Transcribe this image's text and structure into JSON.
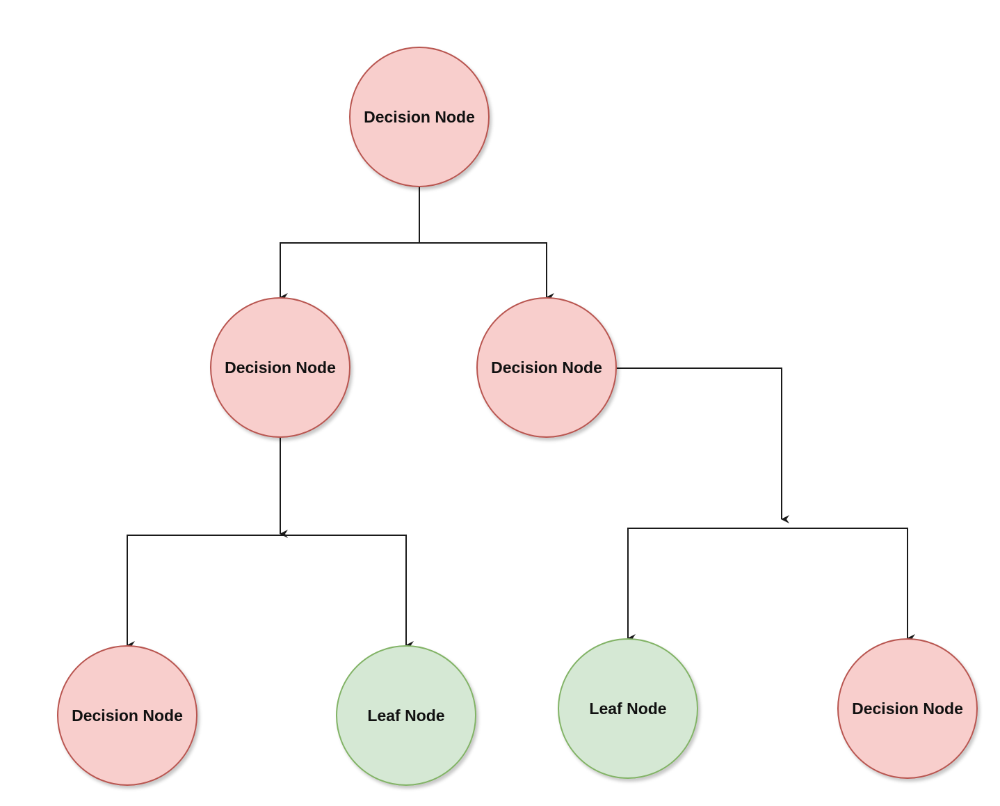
{
  "diagram": {
    "colors": {
      "decision_fill": "#f8cecc",
      "decision_stroke": "#b85450",
      "leaf_fill": "#d5e8d4",
      "leaf_stroke": "#82b366",
      "edge": "#1a1a1a"
    },
    "nodes": [
      {
        "id": "root",
        "label": "Decision Node",
        "kind": "decision"
      },
      {
        "id": "left",
        "label": "Decision Node",
        "kind": "decision"
      },
      {
        "id": "right",
        "label": "Decision Node",
        "kind": "decision"
      },
      {
        "id": "left-left",
        "label": "Decision Node",
        "kind": "decision"
      },
      {
        "id": "left-right",
        "label": "Leaf Node",
        "kind": "leaf"
      },
      {
        "id": "right-left",
        "label": "Leaf Node",
        "kind": "leaf"
      },
      {
        "id": "right-right",
        "label": "Decision Node",
        "kind": "decision"
      }
    ],
    "edges": [
      {
        "from": "root",
        "to": "left"
      },
      {
        "from": "root",
        "to": "right"
      },
      {
        "from": "left",
        "to": "left-left"
      },
      {
        "from": "left",
        "to": "left-right"
      },
      {
        "from": "right",
        "to": "right-left"
      },
      {
        "from": "right",
        "to": "right-right"
      }
    ]
  }
}
